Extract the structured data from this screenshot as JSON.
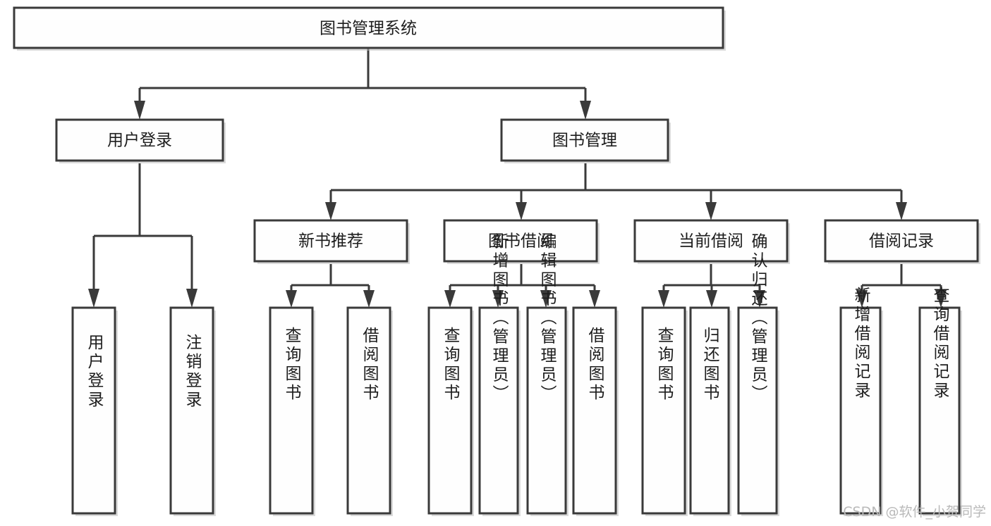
{
  "diagram": {
    "type": "tree-hierarchy-chart",
    "title_node": "图书管理系统",
    "watermark": "CSDN @软件_小贺同学",
    "colors": {
      "box_stroke": "#3a3a3a",
      "box_fill": "#fefefe",
      "edge": "#3a3a3a",
      "text": "#1d1d1d",
      "watermark": "#b9b9b9",
      "background": "#ffffff"
    },
    "levels": [
      {
        "level": 1,
        "nodes": [
          {
            "id": "root",
            "label": "图书管理系统",
            "orientation": "horizontal"
          }
        ]
      },
      {
        "level": 2,
        "nodes": [
          {
            "id": "user-login",
            "label": "用户登录",
            "orientation": "horizontal",
            "parent": "root"
          },
          {
            "id": "book-manage",
            "label": "图书管理",
            "orientation": "horizontal",
            "parent": "root"
          }
        ]
      },
      {
        "level": 3,
        "nodes": [
          {
            "id": "new-book-rec",
            "label": "新书推荐",
            "orientation": "horizontal",
            "parent": "book-manage"
          },
          {
            "id": "book-borrow",
            "label": "图书借阅",
            "orientation": "horizontal",
            "parent": "book-manage"
          },
          {
            "id": "current-borrow",
            "label": "当前借阅",
            "orientation": "horizontal",
            "parent": "book-manage"
          },
          {
            "id": "borrow-record",
            "label": "借阅记录",
            "orientation": "horizontal",
            "parent": "book-manage"
          }
        ]
      },
      {
        "level": 4,
        "nodes": [
          {
            "id": "leaf-user-login",
            "label": "用户登录",
            "orientation": "vertical",
            "parent": "user-login"
          },
          {
            "id": "leaf-logout",
            "label": "注销登录",
            "orientation": "vertical",
            "parent": "user-login"
          },
          {
            "id": "leaf-query-book-1",
            "label": "查询图书",
            "orientation": "vertical",
            "parent": "new-book-rec"
          },
          {
            "id": "leaf-borrow-book-1",
            "label": "借阅图书",
            "orientation": "vertical",
            "parent": "new-book-rec"
          },
          {
            "id": "leaf-query-book-2",
            "label": "查询图书",
            "orientation": "vertical",
            "parent": "book-borrow"
          },
          {
            "id": "leaf-add-book",
            "label": "新增图书（管理员）",
            "orientation": "vertical",
            "parent": "book-borrow"
          },
          {
            "id": "leaf-edit-book",
            "label": "编辑图书（管理员）",
            "orientation": "vertical",
            "parent": "book-borrow"
          },
          {
            "id": "leaf-borrow-book-2",
            "label": "借阅图书",
            "orientation": "vertical",
            "parent": "book-borrow"
          },
          {
            "id": "leaf-query-book-3",
            "label": "查询图书",
            "orientation": "vertical",
            "parent": "current-borrow"
          },
          {
            "id": "leaf-return-book",
            "label": "归还图书",
            "orientation": "vertical",
            "parent": "current-borrow"
          },
          {
            "id": "leaf-confirm-return",
            "label": "确认归还（管理员）",
            "orientation": "vertical",
            "parent": "current-borrow"
          },
          {
            "id": "leaf-add-record",
            "label": "新增借阅记录",
            "orientation": "vertical",
            "parent": "borrow-record"
          },
          {
            "id": "leaf-query-record",
            "label": "查询借阅记录",
            "orientation": "vertical",
            "parent": "borrow-record"
          }
        ]
      }
    ]
  }
}
